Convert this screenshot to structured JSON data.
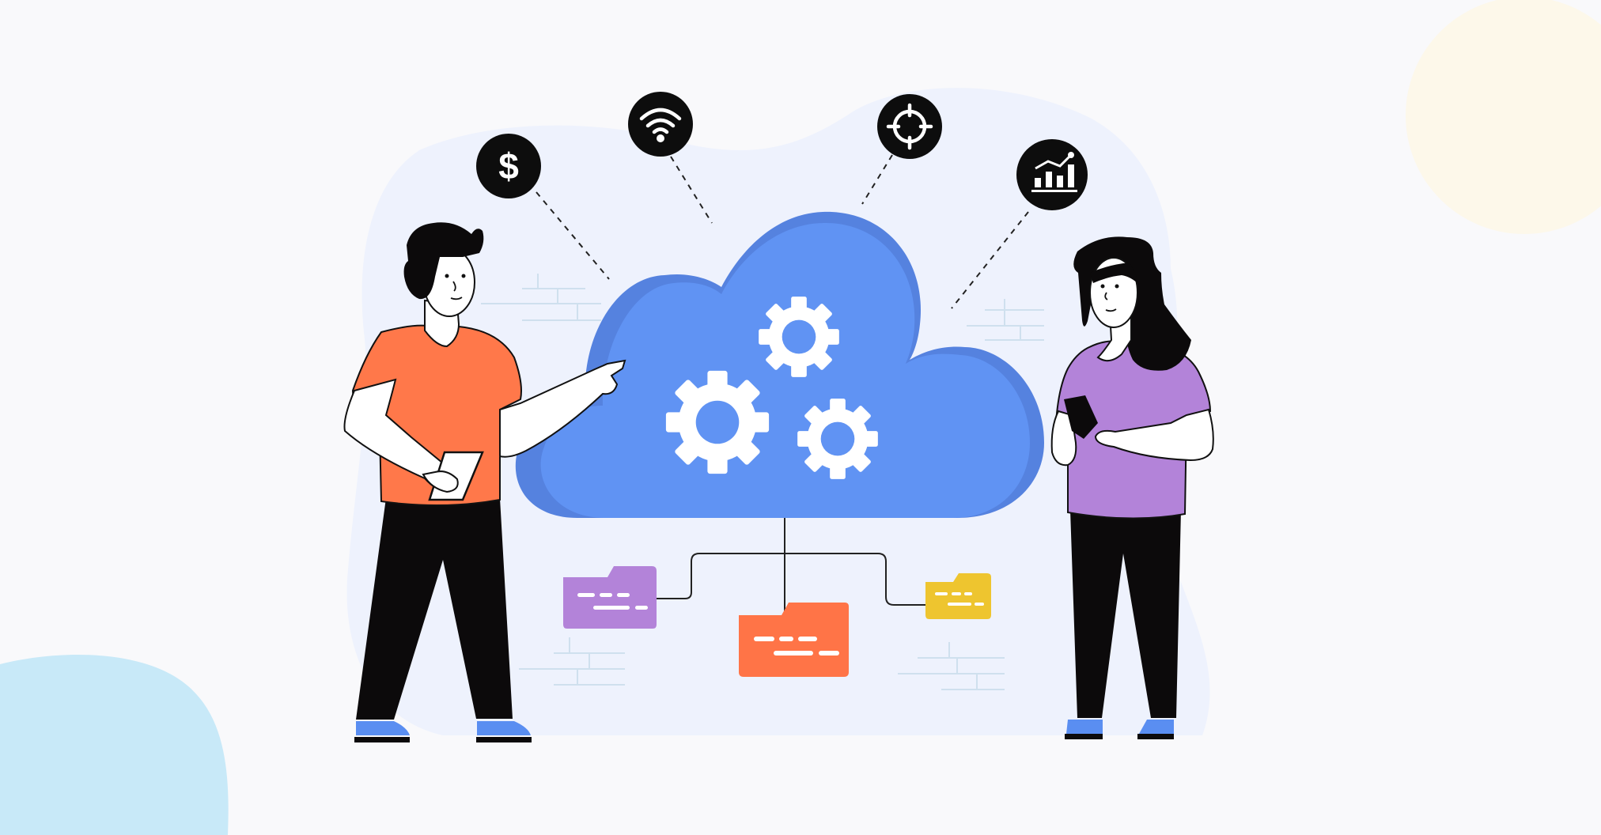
{
  "scene": {
    "title": "",
    "background": "#f9f9fb",
    "colors": {
      "blob_backdrop": "#eef2fd",
      "blob_yellow": "#fdf8ea",
      "blob_blue": "#c8e9f8",
      "cloud": "#6093f3",
      "cloud_shadow": "#5582df",
      "man_shirt": "#ff784a",
      "woman_shirt": "#b383d9",
      "pants": "#0c0a0b",
      "shoes": "#5a8ef1",
      "folder_purple": "#b383d9",
      "folder_orange": "#ff7447",
      "folder_yellow": "#eec52f",
      "outline": "#111111"
    },
    "icons": [
      "dollar-icon",
      "wifi-icon",
      "target-icon",
      "analytics-chart-icon"
    ],
    "folders": [
      "folder-purple",
      "folder-orange",
      "folder-yellow"
    ],
    "gears": 3,
    "people": [
      "man-presenter",
      "woman-with-phone"
    ]
  }
}
